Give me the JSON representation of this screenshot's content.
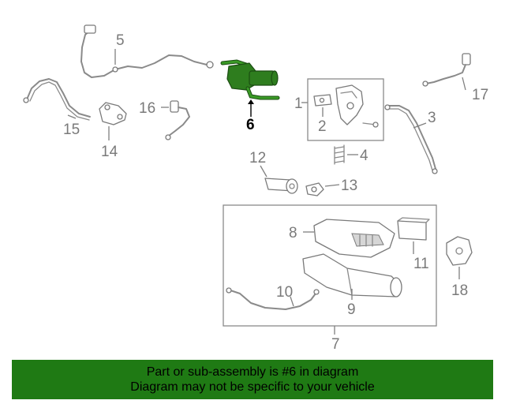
{
  "diagram": {
    "callouts": {
      "c1": "1",
      "c2": "2",
      "c3": "3",
      "c4": "4",
      "c5": "5",
      "c6": "6",
      "c7": "7",
      "c8": "8",
      "c9": "9",
      "c10": "10",
      "c11": "11",
      "c12": "12",
      "c13": "13",
      "c14": "14",
      "c15": "15",
      "c16": "16",
      "c17": "17",
      "c18": "18"
    },
    "highlight_color": "#2e7d1e"
  },
  "banner": {
    "line1": "Part or sub-assembly is #6 in diagram",
    "line2": "Diagram may not be specific to your vehicle",
    "background": "#1f7a14"
  }
}
